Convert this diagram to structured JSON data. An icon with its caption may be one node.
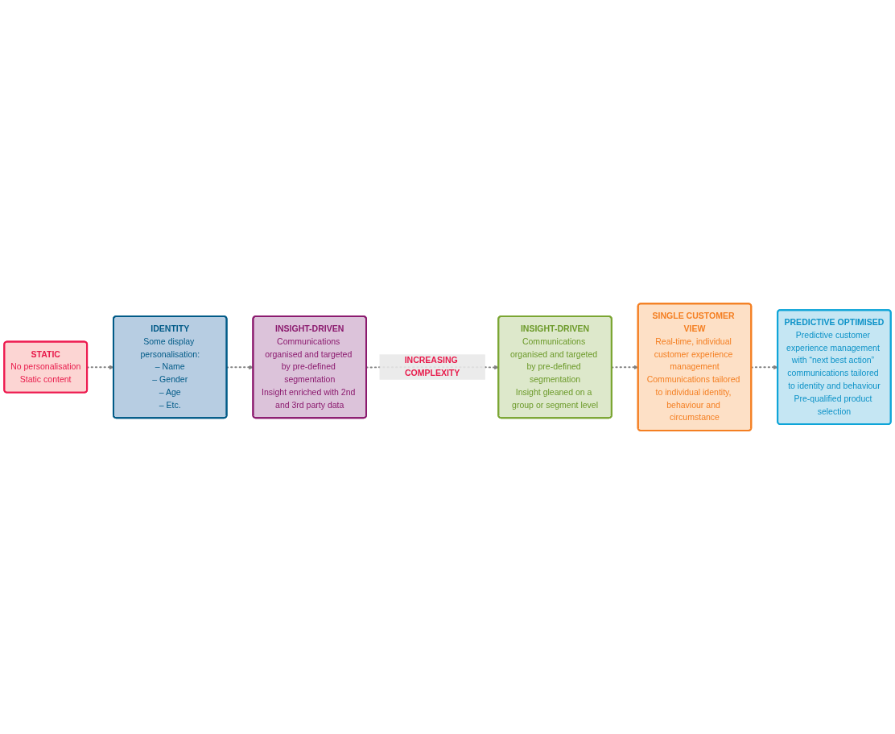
{
  "diagram": {
    "nodes": [
      {
        "text": [
          "STATIC",
          "No personalisation",
          "Static content"
        ]
      },
      {
        "text": [
          "IDENTITY",
          "Some display personalisation:",
          "– Name",
          "– Gender",
          "– Age",
          "– Etc."
        ]
      },
      {
        "text": [
          "INSIGHT-DRIVEN",
          "Communications organised and targeted by pre-defined segmentation",
          "Insight enriched with 2nd and 3rd party data"
        ]
      },
      {
        "text": [
          "INSIGHT-DRIVEN",
          "Communications organised and targeted by pre-defined segmentation",
          "Insight gleaned on a group or segment level"
        ]
      },
      {
        "text": [
          "SINGLE CUSTOMER VIEW",
          "Real-time, individual customer experience management",
          "Communications tailored to individual identity, behaviour and circumstance"
        ]
      },
      {
        "text": [
          "PREDICTIVE OPTIMISED",
          "Predictive customer experience management with “next best action” communications tailored to identity and behaviour",
          "Pre-qualified product selection"
        ]
      }
    ],
    "edges": [
      {
        "from": 0,
        "to": 1,
        "arrow": "to",
        "style": "dashed"
      },
      {
        "from": 1,
        "to": 2,
        "arrow": "to",
        "style": "dashed"
      },
      {
        "from": 2,
        "to": 3,
        "arrow": "to",
        "style": "dashed",
        "label": "INCREASING COMPLEXITY"
      },
      {
        "from": 3,
        "to": 4,
        "arrow": "to",
        "style": "dashed"
      },
      {
        "from": 4,
        "to": 5,
        "arrow": "to",
        "style": "dashed"
      }
    ]
  }
}
